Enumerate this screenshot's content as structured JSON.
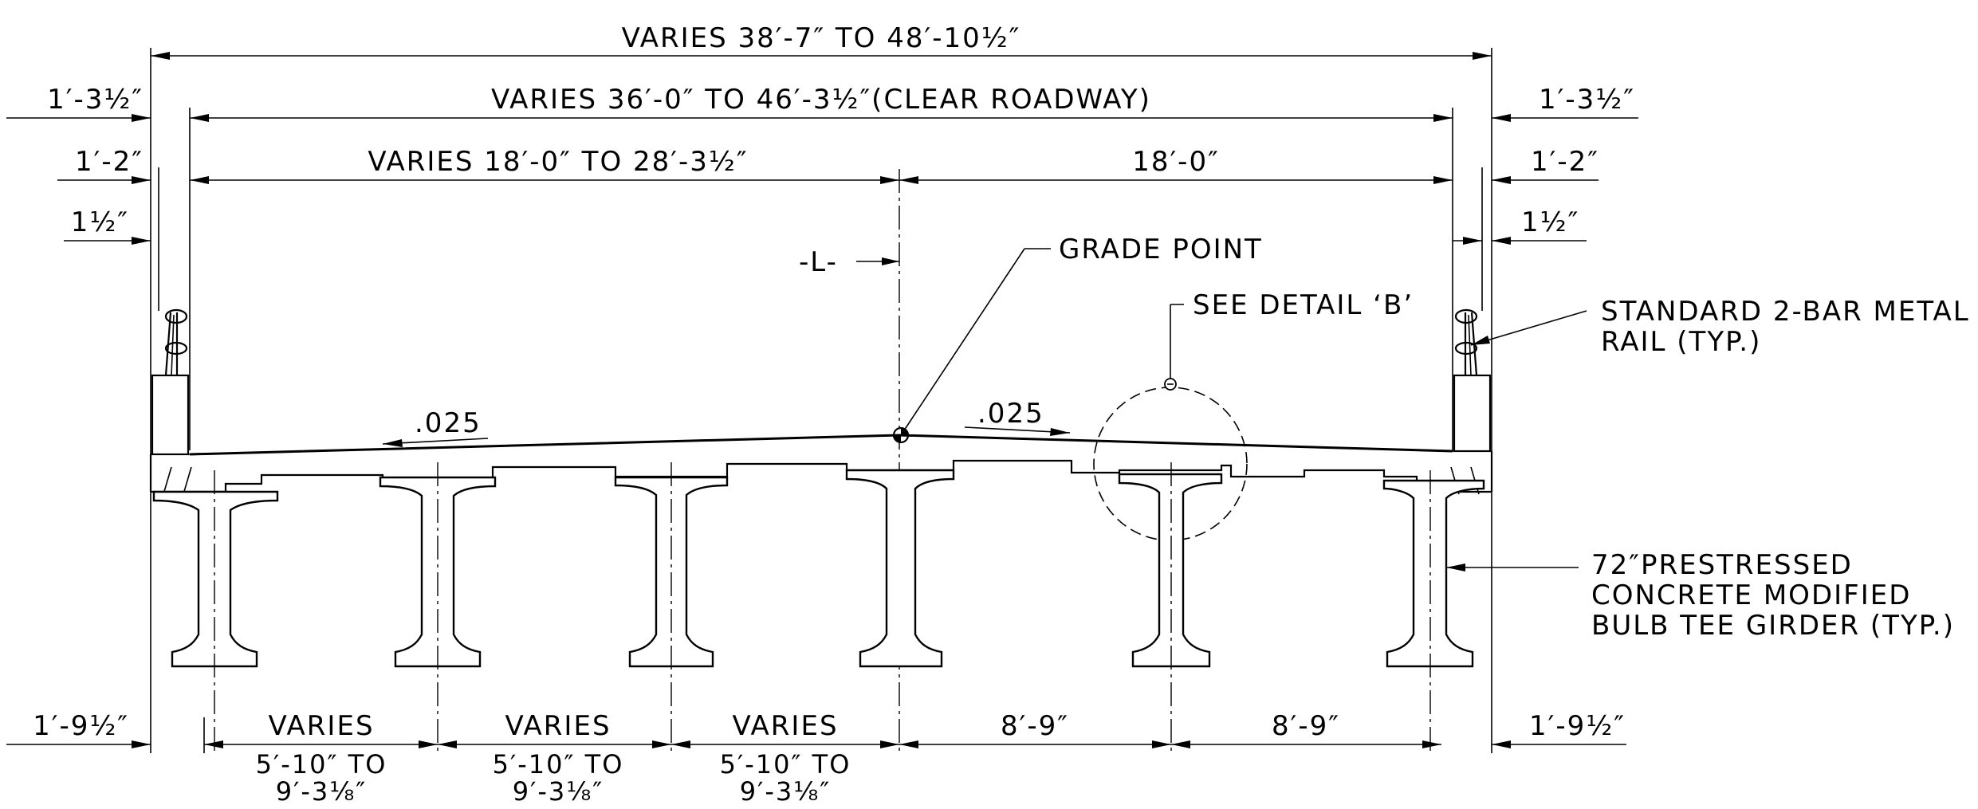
{
  "dimensions": {
    "overall_width": "VARIES 38′-7″ TO 48′-10½″",
    "clear_roadway": "VARIES 36′-0″ TO 46′-3½″(CLEAR ROADWAY)",
    "left_lane": "VARIES 18′-0″ TO 28′-3½″",
    "right_lane": "18′-0″",
    "left_barrier_total": "1′-3½″",
    "right_barrier_total": "1′-3½″",
    "left_barrier": "1′-2″",
    "right_barrier": "1′-2″",
    "left_offset": "1½″",
    "right_offset": "1½″",
    "left_overhang": "1′-9½″",
    "right_overhang": "1′-9½″",
    "girder_spacings": [
      {
        "label": "VARIES",
        "range": "5′-10″ TO",
        "range2": "9′-3⅛″"
      },
      {
        "label": "VARIES",
        "range": "5′-10″ TO",
        "range2": "9′-3⅛″"
      },
      {
        "label": "VARIES",
        "range": "5′-10″ TO",
        "range2": "9′-3⅛″"
      },
      {
        "label": "8′-9″"
      },
      {
        "label": "8′-9″"
      }
    ]
  },
  "annotations": {
    "centerline": "-L-",
    "grade_point": "GRADE POINT",
    "detail": "SEE DETAIL ‘B’",
    "rail_line1": "STANDARD 2-BAR METAL",
    "rail_line2": "RAIL (TYP.)",
    "girder_line1": "72″PRESTRESSED",
    "girder_line2": "CONCRETE MODIFIED",
    "girder_line3": "BULB TEE GIRDER (TYP.)",
    "slope_left": ".025",
    "slope_right": ".025"
  }
}
